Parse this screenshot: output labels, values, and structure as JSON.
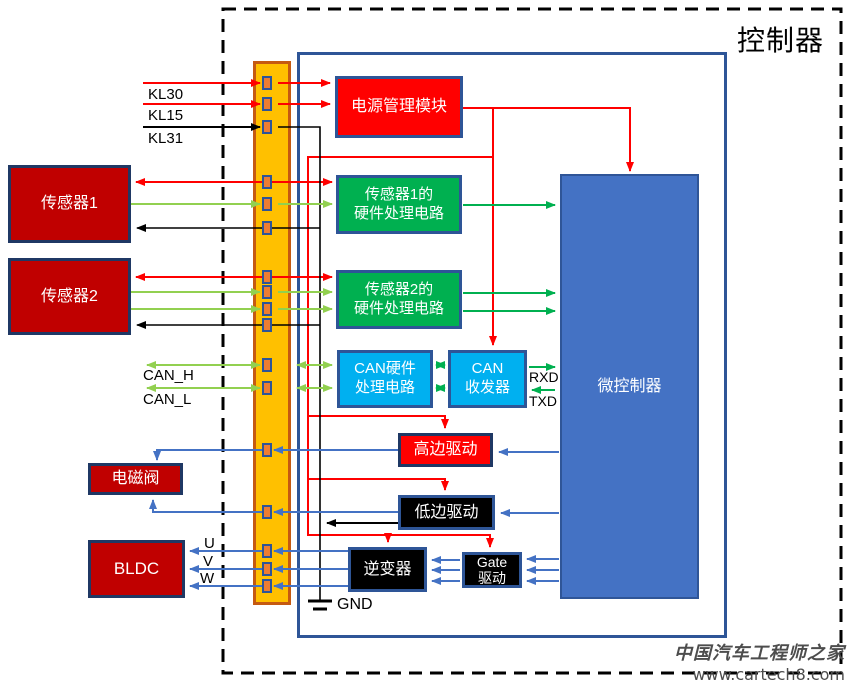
{
  "title": "控制器",
  "watermark": {
    "line1": "中国汽车工程师之家",
    "line2": "www.cartech8.com"
  },
  "external_blocks": {
    "sensor1": "传感器1",
    "sensor2": "传感器2",
    "solenoid_valve": "电磁阀",
    "bldc_motor": "BLDC"
  },
  "internal_blocks": {
    "power_mgmt": "电源管理模块",
    "sensor1_circuit_line1": "传感器1的",
    "sensor1_circuit_line2": "硬件处理电路",
    "sensor2_circuit_line1": "传感器2的",
    "sensor2_circuit_line2": "硬件处理电路",
    "can_hw_line1": "CAN硬件",
    "can_hw_line2": "处理电路",
    "can_transceiver_line1": "CAN",
    "can_transceiver_line2": "收发器",
    "mcu": "微控制器",
    "high_side_driver": "高边驱动",
    "low_side_driver": "低边驱动",
    "inverter": "逆变器",
    "gate_driver_line1": "Gate",
    "gate_driver_line2": "驱动"
  },
  "signal_labels": {
    "kl30": "KL30",
    "kl15": "KL15",
    "kl31": "KL31",
    "can_h": "CAN_H",
    "can_l": "CAN_L",
    "u": "U",
    "v": "V",
    "w": "W",
    "gnd": "GND",
    "rxd": "RXD",
    "txd": "TXD"
  },
  "colors": {
    "dark_red": "#C00000",
    "bright_red": "#FF0000",
    "green": "#00B050",
    "light_blue": "#00B0F0",
    "mcu_blue": "#4472C4",
    "connector_orange": "#FFC000",
    "pin_orange": "#ED7D31",
    "light_green_wire": "#92D050",
    "dark_green_wire": "#00B050",
    "blue_wire": "#4472C4",
    "navy_border": "#1F3864",
    "watermark_gray": "#4D4D4D"
  }
}
